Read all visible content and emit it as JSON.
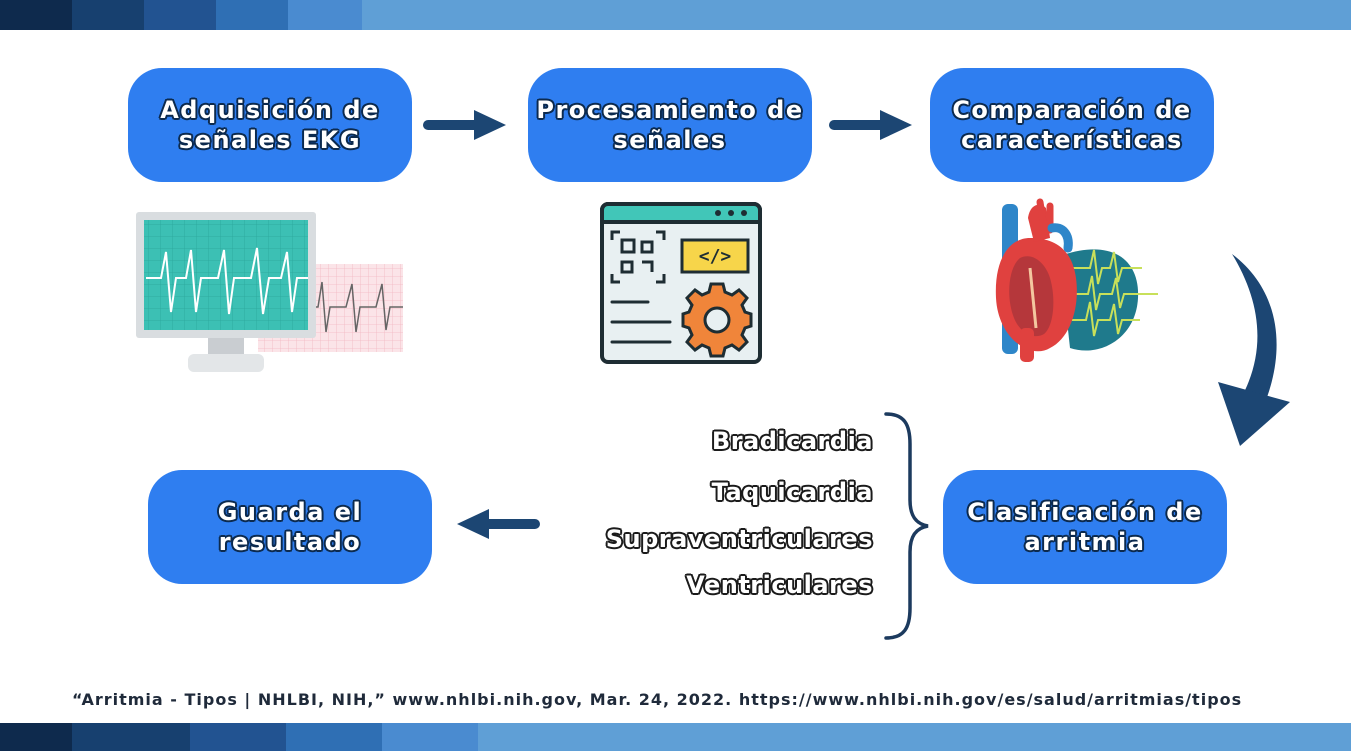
{
  "steps": {
    "acquisition": [
      "Adquisición de",
      "señales EKG"
    ],
    "processing": [
      "Procesamiento de",
      "señales"
    ],
    "comparison": [
      "Comparación de",
      "características"
    ],
    "classification": [
      "Clasificación de",
      "arritmia"
    ],
    "save": [
      "Guarda el",
      "resultado"
    ]
  },
  "arrhythmia_types": [
    "Bradicardia",
    "Taquicardia",
    "Supraventriculares",
    "Ventriculares"
  ],
  "citation": "“Arritmia - Tipos | NHLBI, NIH,” www.nhlbi.nih.gov, Mar. 24, 2022. https://www.nhlbi.nih.gov/es/salud/arritmias/tipos",
  "colors": {
    "box_fill": "#2f7ef0",
    "arrow": "#1c4673",
    "band": [
      "#0e2a4d",
      "#17406f",
      "#225391",
      "#2f6fb4",
      "#4a8bd0",
      "#5f9fd6"
    ]
  },
  "icons": [
    "ekg-monitor-icon",
    "code-settings-window-icon",
    "heart-ekg-icon"
  ]
}
